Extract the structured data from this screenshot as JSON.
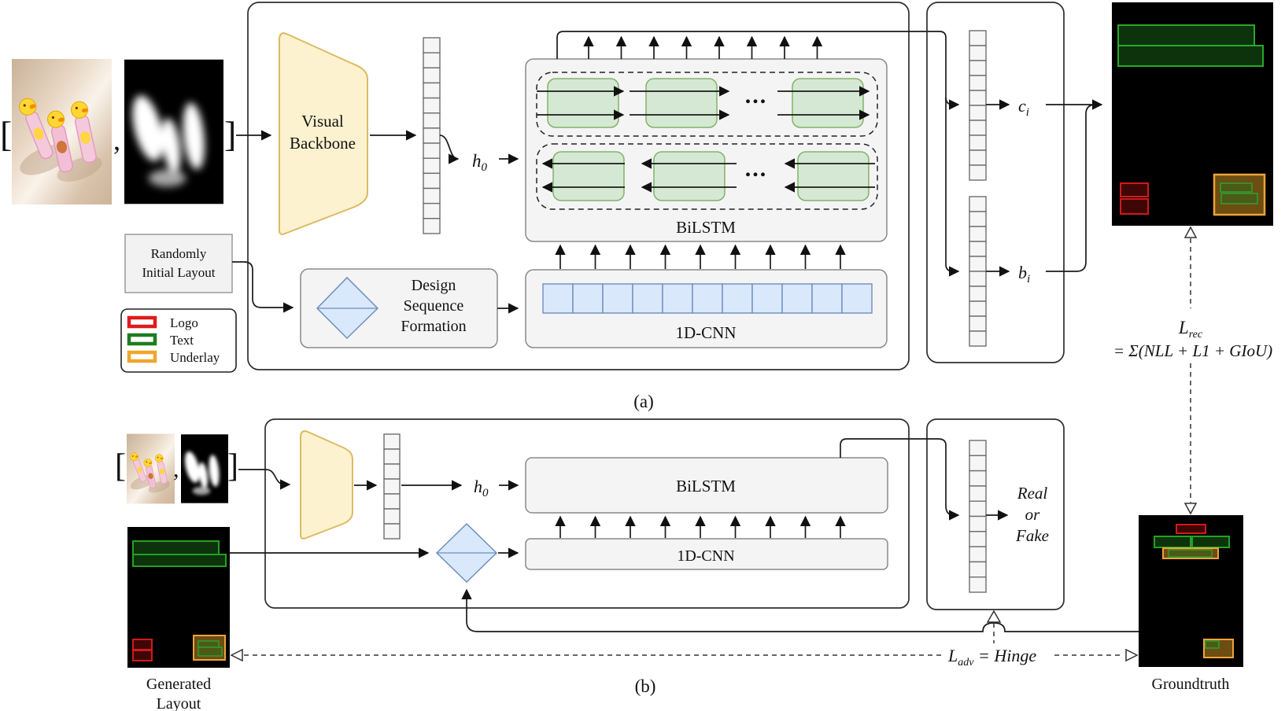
{
  "figure": {
    "panel_a": {
      "caption": "(a)",
      "bracket_open": "[",
      "comma": ",",
      "bracket_close": "]",
      "visual_backbone": [
        "Visual",
        "Backbone"
      ],
      "h0": {
        "base": "h",
        "sub": "0"
      },
      "random_layout": [
        "Randomly",
        "Initial Layout"
      ],
      "legend": {
        "items": [
          {
            "label": "Logo",
            "color": "#e01b1b"
          },
          {
            "label": "Text",
            "color": "#1e7d1e"
          },
          {
            "label": "Underlay",
            "color": "#f0a62b"
          }
        ]
      },
      "dsf": [
        "Design",
        "Sequence",
        "Formation"
      ],
      "bilstm": "BiLSTM",
      "cnn": "1D-CNN",
      "dots": "...",
      "c_i": {
        "base": "c",
        "sub": "i"
      },
      "b_i": {
        "base": "b",
        "sub": "i"
      },
      "l_rec": {
        "base": "L",
        "sub": "rec",
        "rhs": "= Σ(NLL + L1 + GIoU)"
      }
    },
    "panel_b": {
      "caption": "(b)",
      "bracket_open": "[",
      "comma": ",",
      "bracket_close": "]",
      "h0": {
        "base": "h",
        "sub": "0"
      },
      "bilstm": "BiLSTM",
      "cnn": "1D-CNN",
      "real_or_fake": [
        "Real",
        "or",
        "Fake"
      ],
      "generated_caption": [
        "Generated",
        "Layout"
      ],
      "groundtruth_caption": "Groundtruth",
      "l_adv": {
        "base": "L",
        "sub": "adv",
        "rhs": " = Hinge"
      }
    },
    "colors": {
      "logo": "#e01b1b",
      "text": "#1e7d1e",
      "underlay": "#f0a62b",
      "backbone_fill": "#fcf2cf",
      "backbone_stroke": "#ddba63",
      "cell_blue_fill": "#dae8fc",
      "cell_blue_stroke": "#6c8ebf",
      "lstm_green_fill": "#d5e8d4",
      "lstm_green_stroke": "#82b366"
    }
  }
}
